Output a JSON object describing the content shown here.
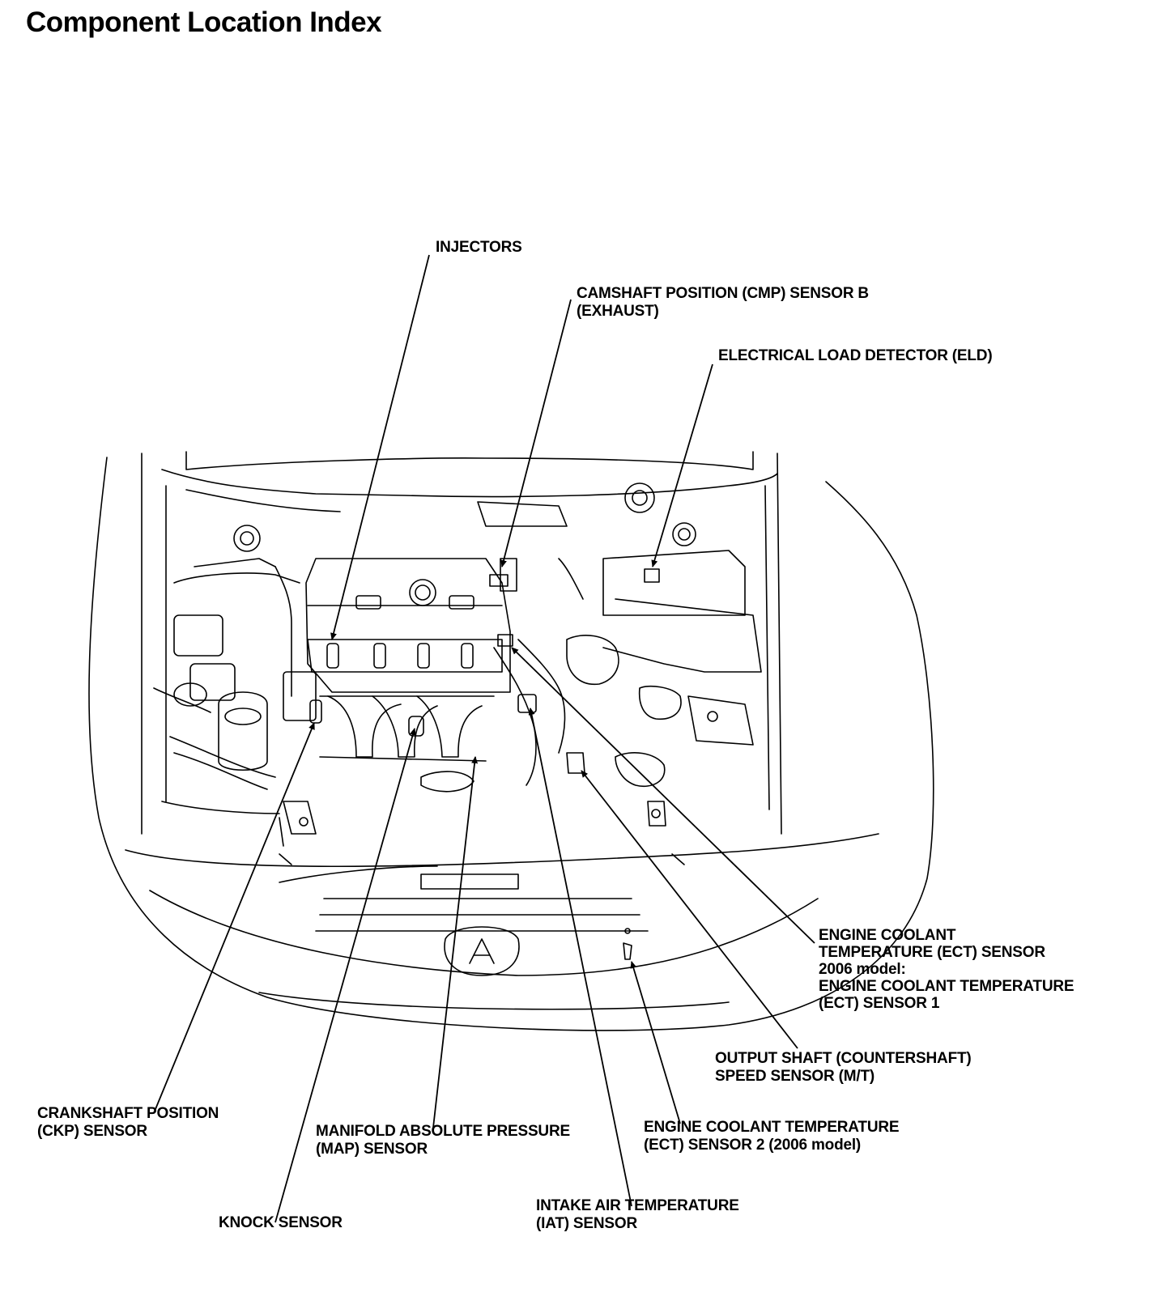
{
  "title": "Component Location Index",
  "labels": {
    "injectors": [
      "INJECTORS"
    ],
    "cmp_sensor_b": [
      "CAMSHAFT POSITION (CMP) SENSOR B",
      "(EXHAUST)"
    ],
    "eld": [
      "ELECTRICAL LOAD DETECTOR (ELD)"
    ],
    "ect_sensor": [
      "ENGINE COOLANT",
      "TEMPERATURE (ECT) SENSOR",
      "2006 model:",
      "ENGINE COOLANT TEMPERATURE",
      "(ECT) SENSOR 1"
    ],
    "output_shaft": [
      "OUTPUT SHAFT (COUNTERSHAFT)",
      "SPEED SENSOR (M/T)"
    ],
    "ckp_sensor": [
      "CRANKSHAFT POSITION",
      "(CKP) SENSOR"
    ],
    "map_sensor": [
      "MANIFOLD ABSOLUTE PRESSURE",
      "(MAP) SENSOR"
    ],
    "ect_sensor_2": [
      "ENGINE COOLANT TEMPERATURE",
      "(ECT) SENSOR 2 (2006 model)"
    ],
    "knock_sensor": [
      "KNOCK SENSOR"
    ],
    "iat_sensor": [
      "INTAKE AIR TEMPERATURE",
      "(IAT) SENSOR"
    ]
  }
}
